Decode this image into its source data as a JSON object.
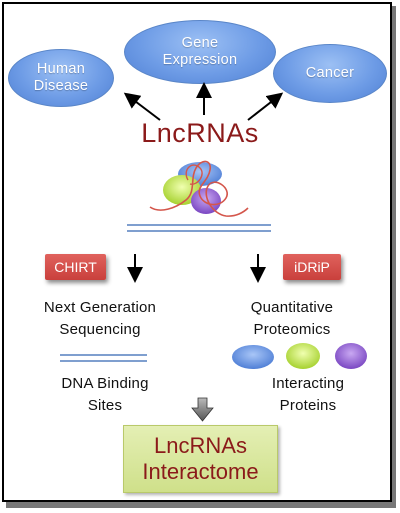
{
  "diagram": {
    "top_nodes": {
      "human_disease": [
        "Human",
        "Disease"
      ],
      "gene_expression": [
        "Gene",
        "Expression"
      ],
      "cancer": "Cancer"
    },
    "center_title": "LncRNAs",
    "methods": {
      "left_tag": "CHIRT",
      "right_tag": "iDRiP"
    },
    "left_branch": {
      "technique": [
        "Next Generation",
        "Sequencing"
      ],
      "result": [
        "DNA Binding",
        "Sites"
      ]
    },
    "right_branch": {
      "technique": [
        "Quantitative",
        "Proteomics"
      ],
      "result": [
        "Interacting",
        "Proteins"
      ]
    },
    "outcome": [
      "LncRNAs",
      "Interactome"
    ],
    "colors": {
      "oval_blue": "#6e9ce6",
      "title_red": "#8b1a1a",
      "tag_red": "#d04a46",
      "outcome_green": "#d8e79a",
      "protein_blue": "#6a95e6",
      "protein_green": "#c9ee5c",
      "protein_purple": "#9b6fd6",
      "dna_blue": "#7f9fcf"
    }
  }
}
